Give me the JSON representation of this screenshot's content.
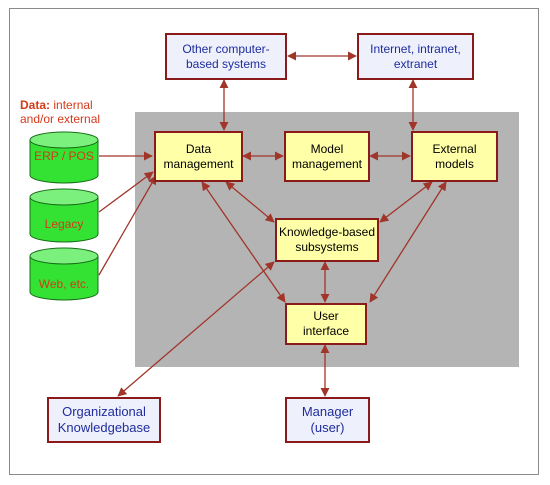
{
  "boxes": {
    "other_systems": "Other computer-\nbased systems",
    "internet": "Internet, intranet,\nextranet",
    "data_management": "Data\nmanagement",
    "model_management": "Model\nmanagement",
    "external_models": "External\nmodels",
    "kb_subsystems": "Knowledge-based\nsubsystems",
    "user_interface": "User\ninterface",
    "org_kb": "Organizational\nKnowledgebase",
    "manager": "Manager\n(user)"
  },
  "data_label": {
    "bold": "Data:",
    "rest": "internal and/or external"
  },
  "cylinders": [
    "ERP / POS",
    "Legacy",
    "Web, etc."
  ],
  "colors": {
    "border": "#8b1a1a",
    "arrow": "#a0352a",
    "blue_text": "#1f2d9e",
    "yellow_fill": "#ffffa8",
    "cylinder_green": "#33e233",
    "red_text": "#d43a1a",
    "gray_area": "#b4b4b4"
  }
}
